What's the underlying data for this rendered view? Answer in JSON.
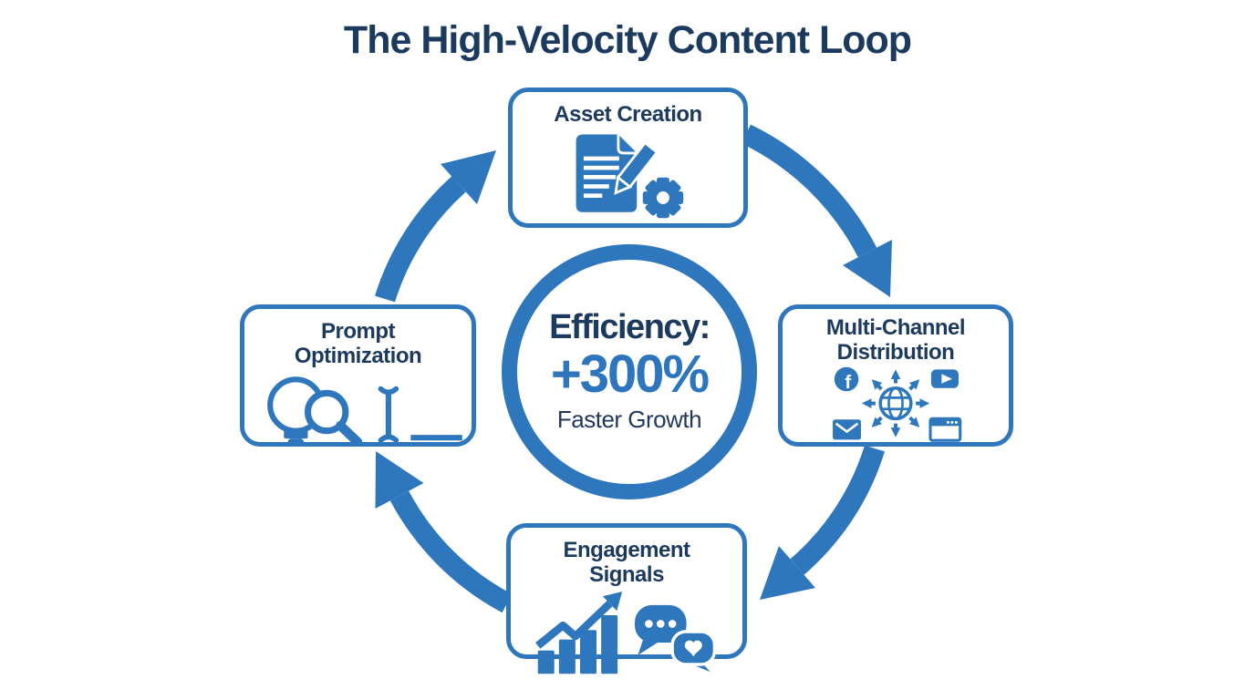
{
  "title": "The High-Velocity Content Loop",
  "colors": {
    "primary_blue": "#2E77BD",
    "navy_text": "#1C3A5E",
    "accent_blue": "#2D75BD",
    "background": "#FFFFFF"
  },
  "center": {
    "label": "Efficiency:",
    "value": "+300%",
    "sublabel": "Faster Growth"
  },
  "nodes": [
    {
      "label": "Asset Creation",
      "position": "top",
      "icons": [
        "document-pencil-icon",
        "gear-icon"
      ]
    },
    {
      "label": "Multi-Channel Distribution",
      "position": "right",
      "icons": [
        "facebook-icon",
        "youtube-icon",
        "globe-arrows-icon",
        "email-icon",
        "browser-icon"
      ]
    },
    {
      "label": "Engagement Signals",
      "position": "bottom",
      "icons": [
        "growth-chart-icon",
        "chat-bubbles-icon"
      ]
    },
    {
      "label": "Prompt Optimization",
      "position": "left",
      "icons": [
        "lightbulb-magnifier-icon",
        "text-cursor-icon"
      ]
    }
  ],
  "arrows": [
    {
      "from": "Asset Creation",
      "to": "Multi-Channel Distribution"
    },
    {
      "from": "Multi-Channel Distribution",
      "to": "Engagement Signals"
    },
    {
      "from": "Engagement Signals",
      "to": "Prompt Optimization"
    },
    {
      "from": "Prompt Optimization",
      "to": "Asset Creation"
    }
  ]
}
